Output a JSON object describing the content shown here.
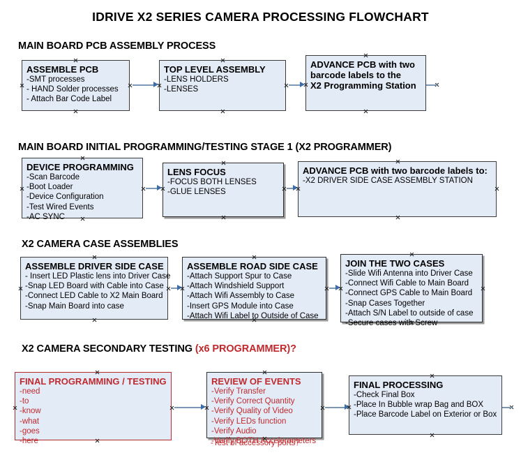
{
  "document": {
    "title": "IDRIVE X2  SERIES CAMERA PROCESSING FLOWCHART"
  },
  "sections": [
    {
      "id": "main-board-pcb-assembly",
      "title": "MAIN BOARD PCB ASSEMBLY PROCESS",
      "title_accent": ""
    },
    {
      "id": "main-board-initial-programming",
      "title": "MAIN BOARD INITIAL PROGRAMMING/TESTING STAGE 1 (X2 PROGRAMMER)",
      "title_accent": ""
    },
    {
      "id": "x2-camera-case-assemblies",
      "title": "X2 CAMERA CASE ASSEMBLIES",
      "title_accent": ""
    },
    {
      "id": "x2-camera-secondary-testing",
      "title": "X2 CAMERA SECONDARY TESTING ",
      "title_accent": "(x6 PROGRAMMER)?"
    }
  ],
  "boxes": {
    "assemble_pcb": {
      "title": "ASSEMBLE PCB",
      "lines": [
        "-SMT processes",
        "- HAND Solder processes",
        "- Attach Bar Code Label"
      ]
    },
    "top_level_assembly": {
      "title": "TOP LEVEL ASSEMBLY",
      "lines": [
        "-LENS HOLDERS",
        "-LENSES"
      ]
    },
    "advance_pcb_station": {
      "title_lines": [
        "ADVANCE PCB with two",
        "barcode labels to the",
        " X2 Programming Station"
      ]
    },
    "device_programming": {
      "title": "DEVICE PROGRAMMING",
      "lines": [
        "-Scan Barcode",
        "-Boot Loader",
        "-Device Configuration",
        "-Test Wired Events",
        "-AC SYNC"
      ]
    },
    "lens_focus": {
      "title": "LENS FOCUS",
      "lines": [
        "-FOCUS BOTH LENSES",
        "-GLUE LENSES"
      ]
    },
    "advance_pcb_driver_case": {
      "title": "ADVANCE PCB with two barcode labels to:",
      "lines": [
        "-X2 DRIVER  SIDE  CASE  ASSEMBLY STATION"
      ]
    },
    "assemble_driver_side_case": {
      "title": "ASSEMBLE DRIVER SIDE CASE",
      "lines": [
        "- Insert LED Plastic lens into Driver Case",
        "-Snap LED Board with Cable into Case",
        "-Connect LED Cable to X2 Main Board",
        "-Snap Main Board into case"
      ]
    },
    "assemble_road_side_case": {
      "title": "ASSEMBLE ROAD SIDE CASE",
      "lines": [
        "-Attach Support Spur to Case",
        "-Attach Windshield Support",
        "-Attach Wifi Assembly to Case",
        "-Insert GPS Module into Case",
        "-Attach Wifi Label to Outside of Case"
      ]
    },
    "join_the_two_cases": {
      "title": "JOIN THE TWO CASES",
      "lines": [
        "-Slide Wifi Antenna into Driver Case",
        "-Connect Wifi Cable to Main Board",
        "-Connect GPS Cable to Main Board",
        "-Snap Cases Together",
        "-Attach S/N Label to outside of case",
        "-Secure cases with Screw"
      ]
    },
    "final_programming_testing": {
      "title": "FINAL PROGRAMMING / TESTING",
      "lines": [
        "-need",
        "-to",
        "-know",
        "-what",
        "-goes",
        "-here"
      ]
    },
    "review_of_events": {
      "title": "REVIEW OF EVENTS",
      "lines": [
        "-Verify Transfer",
        "-Verify Correct Quantity",
        "-Verify Quality of Video",
        "-Verify LEDs function",
        "-Verify Audio",
        "-Verify BOTH Accelerometers"
      ],
      "overflow_line": "-Test of accessory ports?"
    },
    "final_processing": {
      "title": "FINAL PROCESSING",
      "lines": [
        "-Check Final Box",
        "-Place In Bubble wrap Bag and BOX",
        "-Place Barcode Label on Exterior or Box"
      ]
    }
  },
  "colors": {
    "box_fill": "#e3ebf7",
    "box_border": "#3b3b3b",
    "red_accent": "#c02a2e",
    "connector": "#7c98b6",
    "arrowhead": "#3b6ea8"
  }
}
